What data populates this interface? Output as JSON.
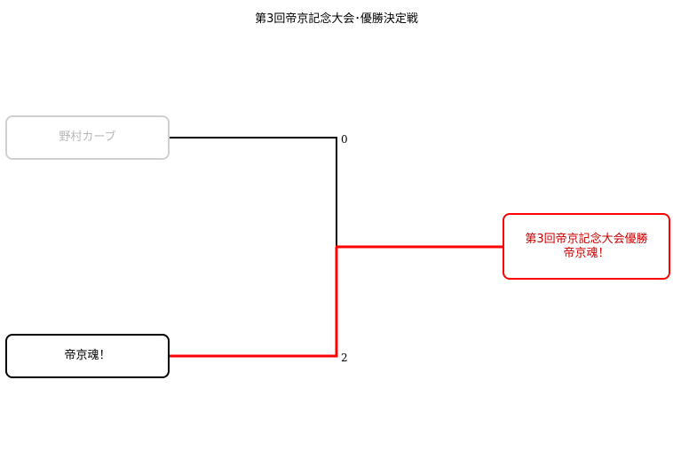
{
  "title": "第3回帝京記念大会･優勝決定戦",
  "match": {
    "team_top": {
      "name": "野村カーブ",
      "score": "0"
    },
    "team_bottom": {
      "name": "帝京魂！",
      "score": "2"
    }
  },
  "champion": {
    "line1": "第3回帝京記念大会優勝",
    "line2": "帝京魂！"
  },
  "colors": {
    "winner_path": "#ff0000",
    "loser_path": "#000000",
    "loser_box_border": "#d0d0d0",
    "champion_border": "#ff0000"
  }
}
